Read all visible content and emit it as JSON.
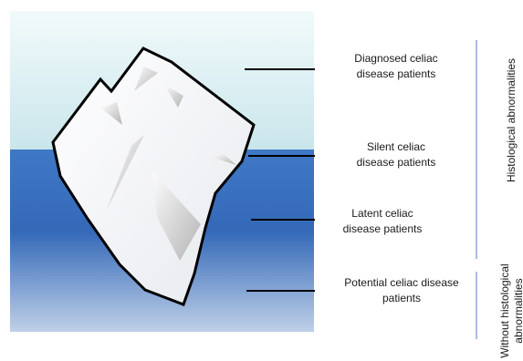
{
  "labels": {
    "diagnosed": "Diagnosed celiac\ndisease patients",
    "silent": "Silent celiac\ndisease patients",
    "latent": "Latent celiac\ndisease patients",
    "potential": "Potential celiac disease\npatients"
  },
  "side_labels": {
    "histological": "Histological abnormalities",
    "without_histological": "Without histological\nabnormalities"
  },
  "colors": {
    "sky": "#d3ebef",
    "water_top": "#3f78c6",
    "water_mid": "#3469b8",
    "water_bottom": "#b8cbe6",
    "iceberg_fill": "#f4f6f8",
    "iceberg_stroke": "#000000",
    "bracket_line": "#6f8fcf"
  }
}
